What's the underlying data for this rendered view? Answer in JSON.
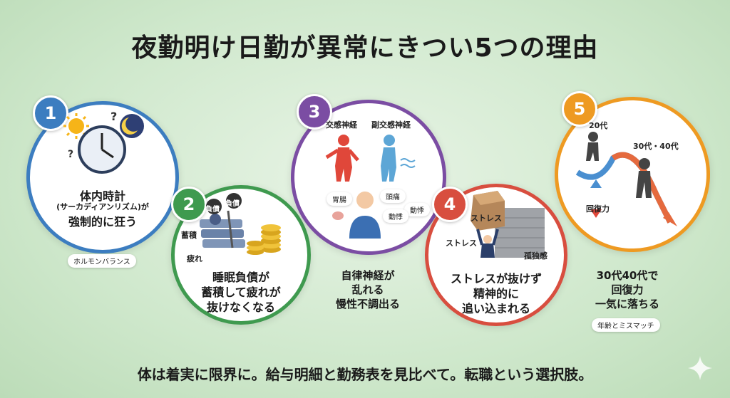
{
  "title": "夜勤明け日勤が異常にきつい5つの理由",
  "colors": {
    "c1": "#3c7dc0",
    "c2": "#3f9a4f",
    "c3": "#7b4da3",
    "c4": "#d84e3f",
    "c5": "#ee9a22"
  },
  "items": [
    {
      "number": "1",
      "line1": "体内時計",
      "line2": "(サーカディアンリズム)が",
      "line3": "強制的に狂う",
      "tag": "ホルモンバランス"
    },
    {
      "number": "2",
      "line1": "睡眠負債が",
      "line2": "蓄積して疲れが",
      "line3": "抜けなくなる",
      "label_debt1": "負債",
      "label_debt2": "負債",
      "label_accum": "蓄積",
      "label_tired": "疲れ"
    },
    {
      "number": "3",
      "line1": "自律神経が",
      "line2": "乱れる",
      "line3": "慢性不調出る",
      "label_sym": "交感神経",
      "label_para": "副交感神経",
      "sym_stomach": "胃腸",
      "sym_head": "頭痛",
      "sym_palp1": "動悸",
      "sym_palp2": "動悸"
    },
    {
      "number": "4",
      "line1": "ストレスが抜けず",
      "line2": "精神的に",
      "line3": "追い込まれる",
      "box": "ストレス",
      "label_stress": "ストレス",
      "label_isolation": "孤独感"
    },
    {
      "number": "5",
      "line1": "30代40代で",
      "line2": "回復力",
      "line3": "一気に落ちる",
      "tag": "年齢とミスマッチ",
      "label_20s": "20代",
      "label_3040": "30代・40代",
      "label_recovery": "回復力"
    }
  ],
  "footer": "体は着実に限界に。給与明細と勤務表を見比べて。転職という選択肢。"
}
